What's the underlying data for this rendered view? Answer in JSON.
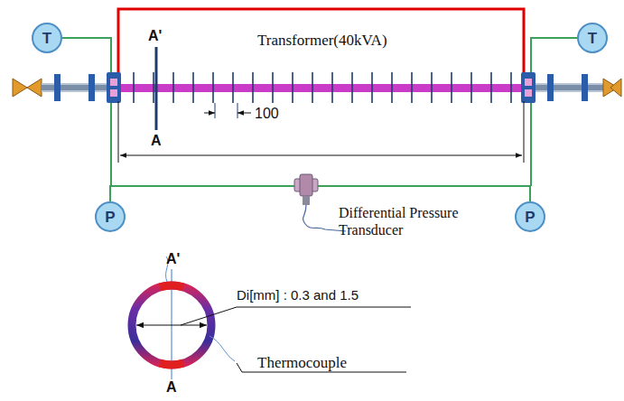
{
  "diagram": {
    "nodes": [
      {
        "text": [
          "T"
        ]
      },
      {
        "text": [
          "T"
        ]
      },
      {
        "text": [
          "P"
        ]
      },
      {
        "text": [
          "P"
        ]
      }
    ],
    "edges": [
      {
        "from": 2,
        "to": 3,
        "arrow": "none"
      }
    ],
    "labels": [
      "A'",
      "Transformer(40kVA)",
      "100",
      "A",
      "Differential Pressure Transducer",
      "A'",
      "Di[mm] : 0.3 and 1.5",
      "Thermocouple",
      "A"
    ]
  }
}
